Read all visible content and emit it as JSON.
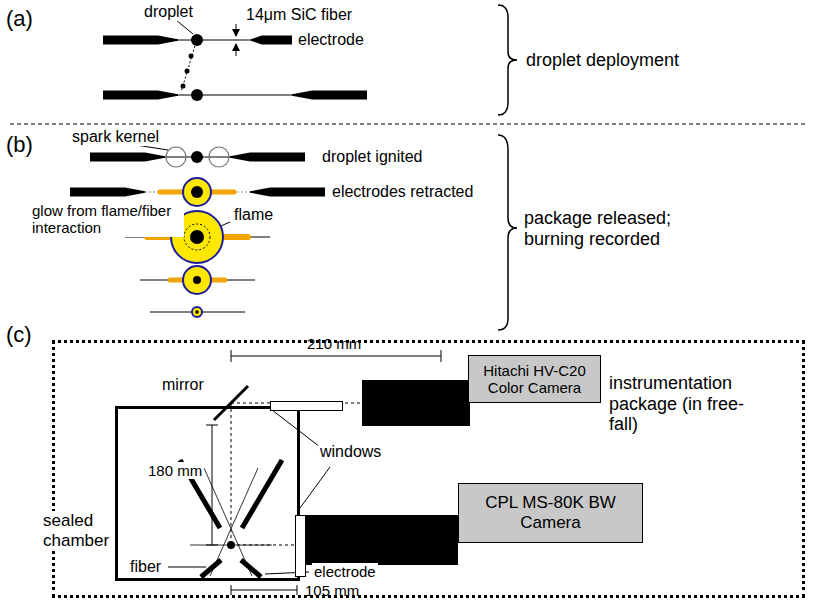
{
  "diagram": {
    "nodes": [
      {
        "text": [
          "instrumentation package (in free-fall)"
        ]
      },
      {
        "text": [
          "sealed chamber"
        ],
        "in": 0
      },
      {
        "text": [
          "Hitachi HV-C20 Color Camera"
        ],
        "in": 0
      },
      {
        "text": [
          "CPL MS-80K BW Camera"
        ],
        "in": 0
      }
    ],
    "labels": [
      "(a)",
      "droplet",
      "14μm SiC fiber",
      "electrode",
      "droplet deployment",
      "(b)",
      "spark kernel",
      "droplet ignited",
      "electrodes retracted",
      "glow from flame/fiber interaction",
      "flame",
      "package released; burning recorded",
      "(c)",
      "210 mm",
      "mirror",
      "180 mm",
      "windows",
      "fiber",
      "electrode",
      "105 mm"
    ]
  }
}
